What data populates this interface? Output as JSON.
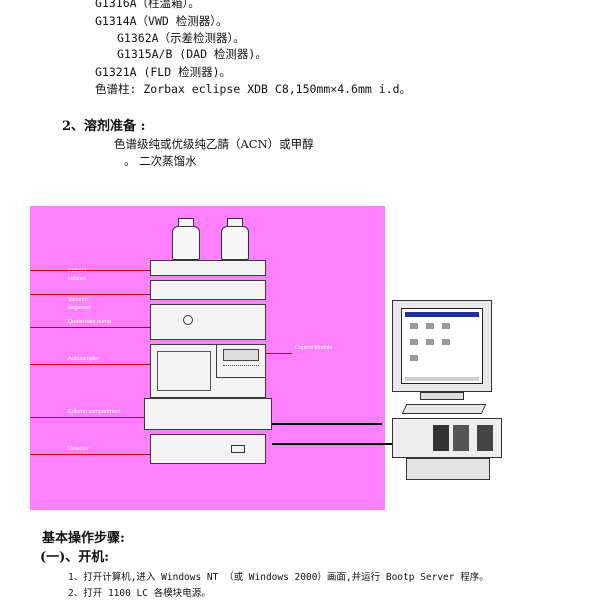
{
  "modules_list": {
    "g1316a": "G1316A（柱温箱）。",
    "g1314a": "G1314A（VWD 检测器）。",
    "g1362a": "G1362A（示差检测器）。",
    "g1315ab": "G1315A/B (DAD 检测器)。",
    "g1321a": "G1321A   (FLD 检测器)。",
    "column": "色谱柱:   Zorbax eclipse XDB C8,150mm×4.6mm i.d。"
  },
  "solvent_section": {
    "heading": "2、溶剂准备 :",
    "line1": "色谱级纯或优级纯乙腈（ACN）或甲醇",
    "line2": "。  二次蒸馏水"
  },
  "figure": {
    "background": "#ff80ff",
    "labels": {
      "solvent": "Solvent",
      "cabinet": "cabinet",
      "vacuum": "Vacuum",
      "degasser": "degasser",
      "pump": "Quaternary pump",
      "autosampler": "Autosampler",
      "control": "Control Module",
      "column": "Column compartment",
      "detector": "Detector"
    }
  },
  "operations": {
    "heading": "基本操作步骤:",
    "subheading": "(一)、开机:",
    "step1": "1、打开计算机,进入 Windows NT （或 Windows 2000）画面,并运行 Bootp Server 程序。",
    "step2": "2、打开 1100 LC 各模块电源。"
  }
}
